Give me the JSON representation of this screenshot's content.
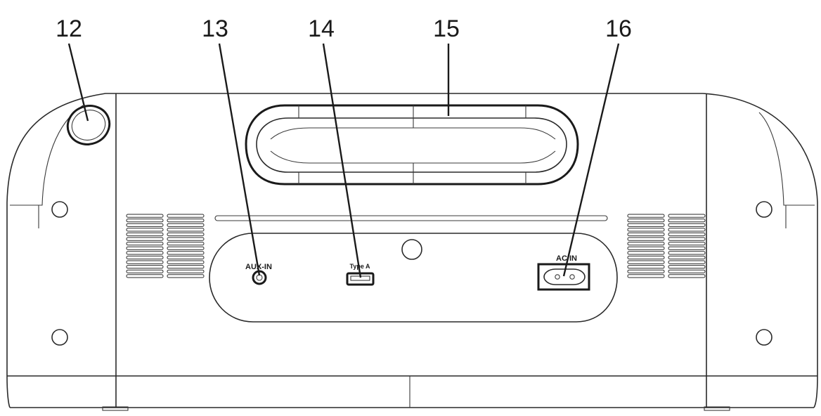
{
  "callouts": [
    {
      "id": "12",
      "label": "12"
    },
    {
      "id": "13",
      "label": "13"
    },
    {
      "id": "14",
      "label": "14"
    },
    {
      "id": "15",
      "label": "15"
    },
    {
      "id": "16",
      "label": "16"
    }
  ],
  "ports": {
    "aux_label": "AUX-IN",
    "usb_label": "Type A",
    "ac_label": "AC IN"
  }
}
